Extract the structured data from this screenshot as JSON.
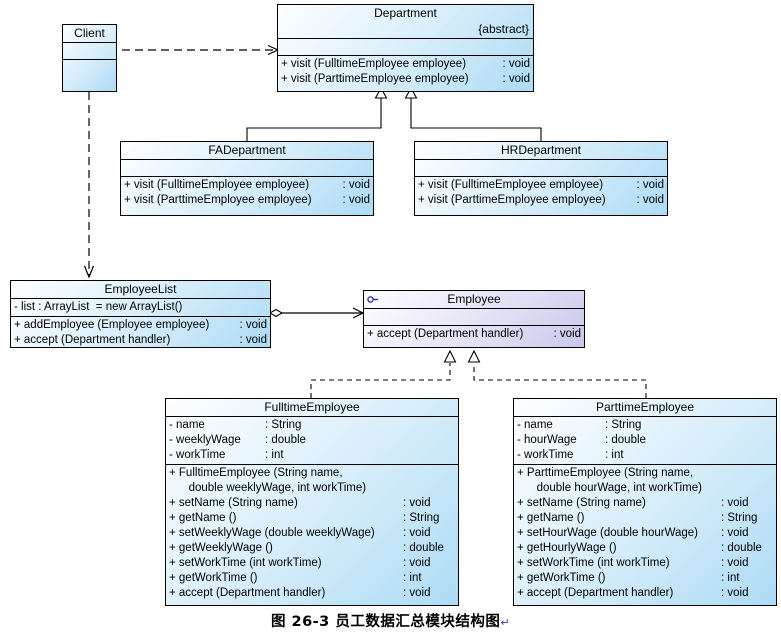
{
  "figure": {
    "caption": "图 26-3 员工数据汇总模块结构图",
    "caption_mark": "↵"
  },
  "colors": {
    "class_fill_light": "#fdfeff",
    "class_fill_dark": "#addbf5",
    "interface_fill_light": "#fdfdff",
    "interface_fill_dark": "#c9c8ec",
    "border": "#000000",
    "line": "#000000",
    "interface_icon": "#2222aa"
  },
  "classes": {
    "client": {
      "name": "Client",
      "attributes": [],
      "operations": []
    },
    "department": {
      "name": "Department",
      "stereotype": "{abstract}",
      "attributes": [],
      "operations": [
        {
          "sig": "+ visit (FulltimeEmployee employee)",
          "type": ": void"
        },
        {
          "sig": "+ visit (ParttimeEmployee employee)",
          "type": ": void"
        }
      ]
    },
    "fadepartment": {
      "name": "FADepartment",
      "attributes": [],
      "operations": [
        {
          "sig": "+ visit (FulltimeEmployee employee)",
          "type": ": void"
        },
        {
          "sig": "+ visit (ParttimeEmployee employee)",
          "type": ": void"
        }
      ]
    },
    "hrdepartment": {
      "name": "HRDepartment",
      "attributes": [],
      "operations": [
        {
          "sig": "+ visit (FulltimeEmployee employee)",
          "type": ": void"
        },
        {
          "sig": "+ visit (ParttimeEmployee employee)",
          "type": ": void"
        }
      ]
    },
    "employeelist": {
      "name": "EmployeeList",
      "attributes": [
        {
          "sig": "- list : ArrayList  = new ArrayList()",
          "type": ""
        }
      ],
      "operations": [
        {
          "sig": "+ addEmployee (Employee employee)",
          "type": ": void"
        },
        {
          "sig": "+ accept (Department handler)",
          "type": ": void"
        }
      ]
    },
    "employee": {
      "name": "Employee",
      "icon": "interface-lollipop-icon",
      "attributes": [],
      "operations": [
        {
          "sig": "+ accept (Department handler)",
          "type": ": void"
        }
      ]
    },
    "fulltimeemployee": {
      "name": "FulltimeEmployee",
      "attributes": [
        {
          "sig": "- name",
          "type": ": String"
        },
        {
          "sig": "- weeklyWage",
          "type": ": double"
        },
        {
          "sig": "- workTime",
          "type": ": int"
        }
      ],
      "ctor": [
        "+ FulltimeEmployee (String name,",
        "   double weeklyWage, int workTime)"
      ],
      "operations": [
        {
          "sig": "+ setName (String name)",
          "type": ": void"
        },
        {
          "sig": "+ getName ()",
          "type": ": String"
        },
        {
          "sig": "+ setWeeklyWage (double weeklyWage)",
          "type": ": void"
        },
        {
          "sig": "+ getWeeklyWage ()",
          "type": ": double"
        },
        {
          "sig": "+ setWorkTime (int workTime)",
          "type": ": void"
        },
        {
          "sig": "+ getWorkTime ()",
          "type": ": int"
        },
        {
          "sig": "+ accept (Department handler)",
          "type": ": void"
        }
      ]
    },
    "parttimeemployee": {
      "name": "ParttimeEmployee",
      "attributes": [
        {
          "sig": "- name",
          "type": ": String"
        },
        {
          "sig": "- hourWage",
          "type": ": double"
        },
        {
          "sig": "- workTime",
          "type": ": int"
        }
      ],
      "ctor": [
        "+ ParttimeEmployee (String name,",
        "   double hourWage, int workTime)"
      ],
      "operations": [
        {
          "sig": "+ setName (String name)",
          "type": ": void"
        },
        {
          "sig": "+ getName ()",
          "type": ": String"
        },
        {
          "sig": "+ setHourWage (double hourWage)",
          "type": ": void"
        },
        {
          "sig": "+ getHourlyWage ()",
          "type": ": double"
        },
        {
          "sig": "+ setWorkTime (int workTime)",
          "type": ": void"
        },
        {
          "sig": "+ getWorkTime ()",
          "type": ": int"
        },
        {
          "sig": "+ accept (Department handler)",
          "type": ": void"
        }
      ]
    }
  },
  "relationships": [
    {
      "name": "client-depends-on-department",
      "kind": "dependency"
    },
    {
      "name": "client-depends-on-employeelist",
      "kind": "dependency"
    },
    {
      "name": "fadepartment-extends-department",
      "kind": "generalization"
    },
    {
      "name": "hrdepartment-extends-department",
      "kind": "generalization"
    },
    {
      "name": "employeelist-aggregates-employee",
      "kind": "aggregation"
    },
    {
      "name": "fulltimeemployee-implements-employee",
      "kind": "realization"
    },
    {
      "name": "parttimeemployee-implements-employee",
      "kind": "realization"
    }
  ]
}
